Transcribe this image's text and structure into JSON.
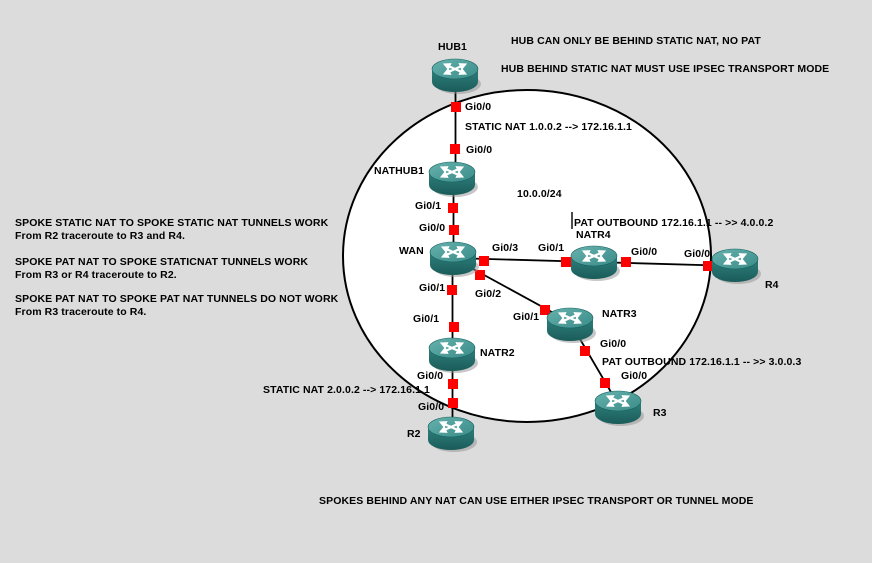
{
  "canvas": {
    "network_label": "10.0.0/24"
  },
  "palette": {
    "background": "#dcdcdc",
    "cloud_fill": "#ffffff",
    "link": "#000000",
    "connector": "#ff0000",
    "router_top_light": "#5fada9",
    "router_body_dark": "#1c5f5d"
  },
  "notes": {
    "hub_note_1": "HUB CAN ONLY BE BEHIND STATIC NAT, NO PAT",
    "hub_note_2": "HUB BEHIND STATIC NAT MUST USE IPSEC TRANSPORT MODE",
    "hub_static_nat": "STATIC NAT 1.0.0.2 --> 172.16.1.1",
    "r4_pat": "PAT OUTBOUND 172.16.1.1 -- >> 4.0.0.2",
    "r3_pat": "PAT OUTBOUND 172.16.1.1 -- >> 3.0.0.3",
    "r2_static_nat": "STATIC NAT 2.0.0.2 --> 172.16.1.1",
    "footer": "SPOKES BEHIND ANY NAT CAN USE EITHER IPSEC TRANSPORT OR TUNNEL MODE",
    "left_notes": [
      {
        "title": "SPOKE STATIC NAT TO SPOKE STATIC NAT TUNNELS WORK",
        "detail": "From R2 traceroute to R3 and R4."
      },
      {
        "title": "SPOKE PAT NAT TO SPOKE STATICNAT TUNNELS WORK",
        "detail": "From R3 or R4 traceroute to R2."
      },
      {
        "title": "SPOKE PAT NAT TO SPOKE PAT NAT TUNNELS DO NOT WORK",
        "detail": "From R3 traceroute to R4."
      }
    ]
  },
  "routers": {
    "hub1": {
      "label": "HUB1"
    },
    "nathub1": {
      "label": "NATHUB1"
    },
    "wan": {
      "label": "WAN"
    },
    "natr4": {
      "label": "NATR4"
    },
    "r4": {
      "label": "R4"
    },
    "natr3": {
      "label": "NATR3"
    },
    "natr2": {
      "label": "NATR2"
    },
    "r2": {
      "label": "R2"
    },
    "r3": {
      "label": "R3"
    }
  },
  "interfaces": {
    "hub1_gi00": "Gi0/0",
    "nathub1_gi00": "Gi0/0",
    "nathub1_gi01": "Gi0/1",
    "wan_gi00": "Gi0/0",
    "wan_gi03": "Gi0/3",
    "wan_gi01": "Gi0/1",
    "wan_gi02": "Gi0/2",
    "natr4_gi01": "Gi0/1",
    "natr4_gi00": "Gi0/0",
    "r4_gi00": "Gi0/0",
    "natr3_gi01": "Gi0/1",
    "natr3_gi00": "Gi0/0",
    "r3_gi00": "Gi0/0",
    "natr2_gi01": "Gi0/1",
    "natr2_gi00": "Gi0/0",
    "r2_gi00": "Gi0/0"
  }
}
